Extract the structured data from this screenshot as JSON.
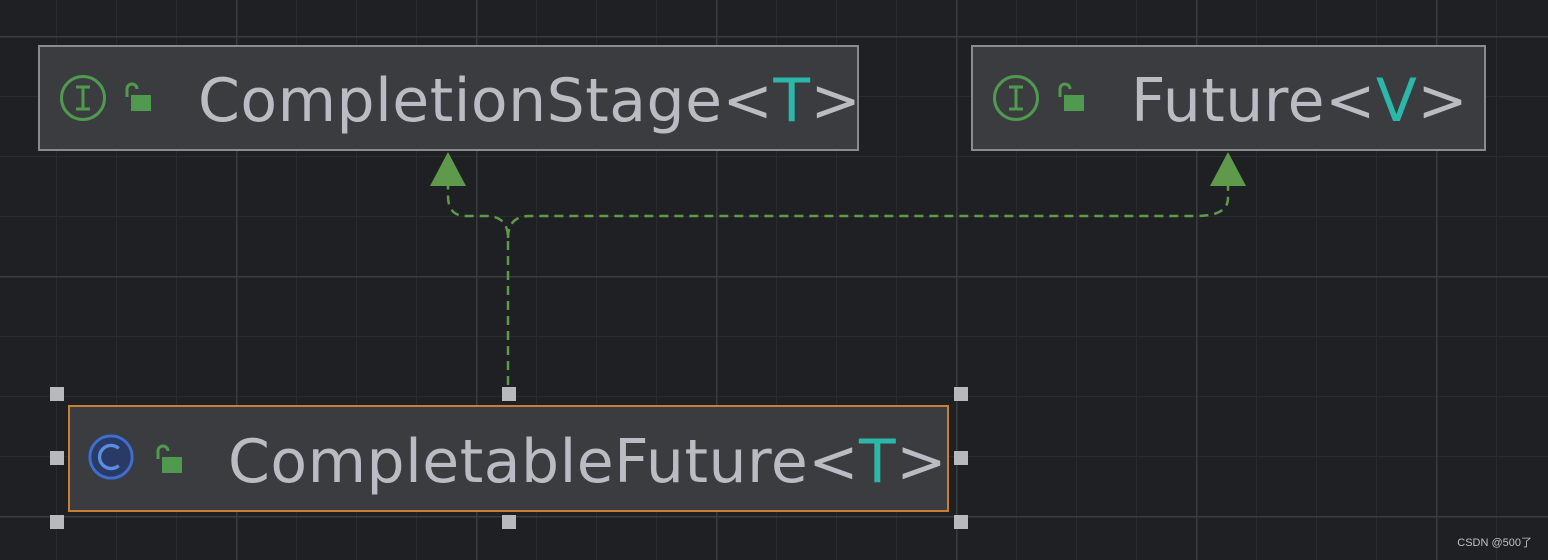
{
  "diagram": {
    "nodes": {
      "completion_stage": {
        "kind": "interface",
        "kind_icon": "interface-icon",
        "visibility_icon": "public-lock-icon",
        "name": "CompletionStage",
        "lt": "<",
        "type_param": "T",
        "gt": ">"
      },
      "future": {
        "kind": "interface",
        "kind_icon": "interface-icon",
        "visibility_icon": "public-lock-icon",
        "name": "Future",
        "lt": "<",
        "type_param": "V",
        "gt": ">"
      },
      "completable_future": {
        "kind": "class",
        "kind_icon": "class-icon",
        "visibility_icon": "public-lock-icon",
        "name": "CompletableFuture",
        "lt": "<",
        "type_param": "T",
        "gt": ">",
        "selected": true
      }
    },
    "edges": [
      {
        "from": "CompletableFuture",
        "to": "CompletionStage",
        "type": "implements"
      },
      {
        "from": "CompletableFuture",
        "to": "Future",
        "type": "implements"
      }
    ],
    "colors": {
      "background": "#1f2023",
      "node_fill": "#3b3c3f",
      "node_border": "#8a8b8e",
      "selected_border": "#c97d35",
      "edge": "#5f9a4c",
      "interface_icon": "#4f9a4f",
      "class_icon": "#3f6fc8",
      "type_param": "#2bb8a8",
      "label": "#b9bcc2"
    }
  },
  "watermark": "CSDN @500了"
}
